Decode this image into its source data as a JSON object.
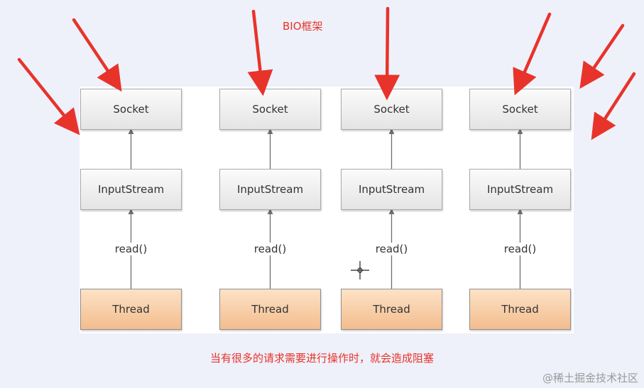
{
  "title": "BIO框架",
  "columns": [
    {
      "socket": "Socket",
      "stream": "InputStream",
      "call": "read()",
      "thread": "Thread"
    },
    {
      "socket": "Socket",
      "stream": "InputStream",
      "call": "read()",
      "thread": "Thread"
    },
    {
      "socket": "Socket",
      "stream": "InputStream",
      "call": "read()",
      "thread": "Thread"
    },
    {
      "socket": "Socket",
      "stream": "InputStream",
      "call": "read()",
      "thread": "Thread"
    }
  ],
  "caption": "当有很多的请求需要进行操作时，就会造成阻塞",
  "watermark": "@稀土掘金技术社区",
  "colors": {
    "annotation": "#e8332a",
    "thread_fill": "#f3bd8e",
    "box_border": "#a9a9a9"
  }
}
